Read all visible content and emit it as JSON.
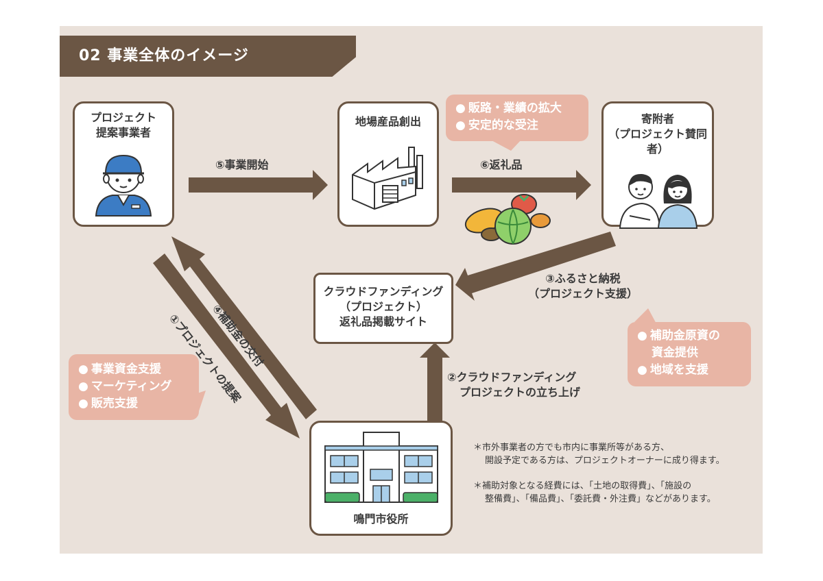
{
  "title": "02 事業全体のイメージ",
  "nodes": {
    "proposer": [
      "プロジェクト",
      "提案事業者"
    ],
    "local_product": "地場産品創出",
    "donor": [
      "寄附者",
      "（プロジェクト賛同者）"
    ],
    "crowdfunding_site": [
      "クラウドファンディング",
      "（プロジェクト）",
      "返礼品掲載サイト"
    ],
    "city_hall": "鳴門市役所"
  },
  "edges": {
    "e5": "⑤事業開始",
    "e6": "⑥返礼品",
    "e3": [
      "③ふるさと納税",
      "（プロジェクト支援）"
    ],
    "e4": "④補助金の交付",
    "e1": "①プロジェクトの提案",
    "e2": [
      "②クラウドファンディング",
      "プロジェクトの立ち上げ"
    ]
  },
  "callouts": {
    "sales": [
      "販路・業績の拡大",
      "安定的な受注"
    ],
    "business_support": [
      "事業資金支援",
      "マーケティング",
      "販売支援"
    ],
    "subsidy": [
      "補助金原資の",
      "資金提供",
      "地域を支援"
    ]
  },
  "notes": [
    [
      "＊市外事業者の方でも市内に事業所等がある方、",
      "開設予定である方は、プロジェクトオーナーに成り得ます。"
    ],
    [
      "＊補助対象となる経費には、「土地の取得費」、「施設の",
      "整備費」、「備品費」、「委託費・外注費」などがあります。"
    ]
  ],
  "colors": {
    "brown": "#6b5644",
    "panel": "#eae1da",
    "callout": "#e8b5a5",
    "worker_blue": "#3c7cc4",
    "building_blue": "#a9cfea",
    "green": "#4bb068"
  },
  "icons": [
    "worker-icon",
    "factory-icon",
    "people-icon",
    "vegetables-icon",
    "city-hall-icon"
  ]
}
